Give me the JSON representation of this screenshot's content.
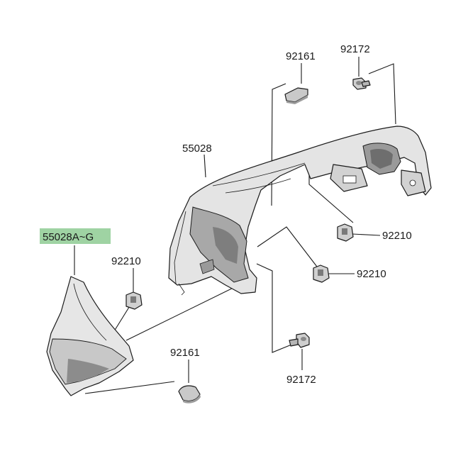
{
  "diagram": {
    "highlight_color": "#9fd3a3",
    "line_color": "#1a1a1a",
    "part_fill_light": "#e6e6e6",
    "part_fill_mid": "#c4c4c4",
    "part_fill_dark": "#8a8a8a",
    "labels": {
      "cowl_upper": "55028",
      "cowl_lower": "55028A~G",
      "plate_top": "92161",
      "plate_bottom": "92161",
      "bolt_top": "92172",
      "bolt_bottom": "92172",
      "nut_right_upper": "92210",
      "nut_right_lower": "92210",
      "nut_left": "92210"
    }
  }
}
